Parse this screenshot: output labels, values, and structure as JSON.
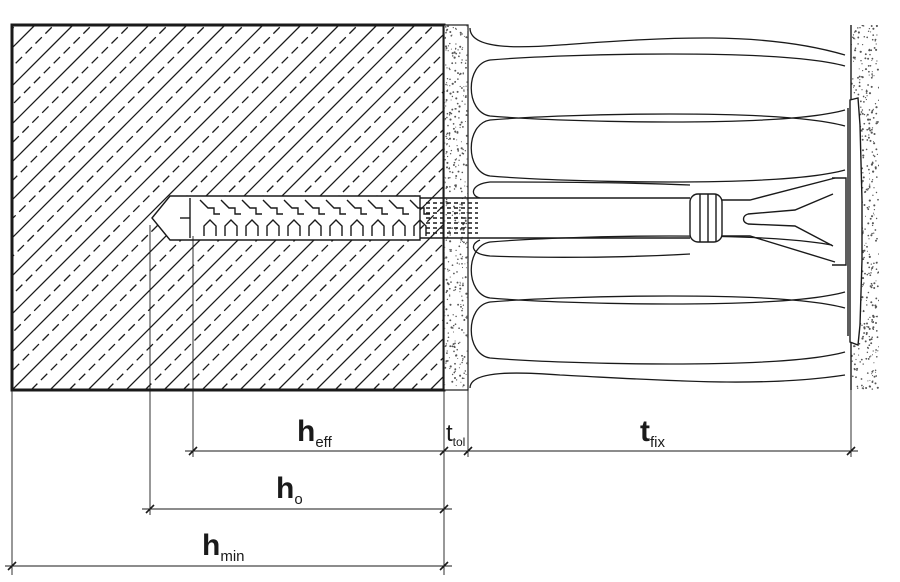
{
  "diagram": {
    "colors": {
      "line": "#1a1a1a",
      "fill": "#ffffff",
      "stipple": "#555555"
    },
    "labels": {
      "h_eff": {
        "main": "h",
        "sub": "eff"
      },
      "t_tol": {
        "main": "t",
        "sub": "tol"
      },
      "t_fix": {
        "main": "t",
        "sub": "fix"
      },
      "h_o": {
        "main": "h",
        "sub": "o"
      },
      "h_min": {
        "main": "h",
        "sub": "min"
      }
    }
  }
}
